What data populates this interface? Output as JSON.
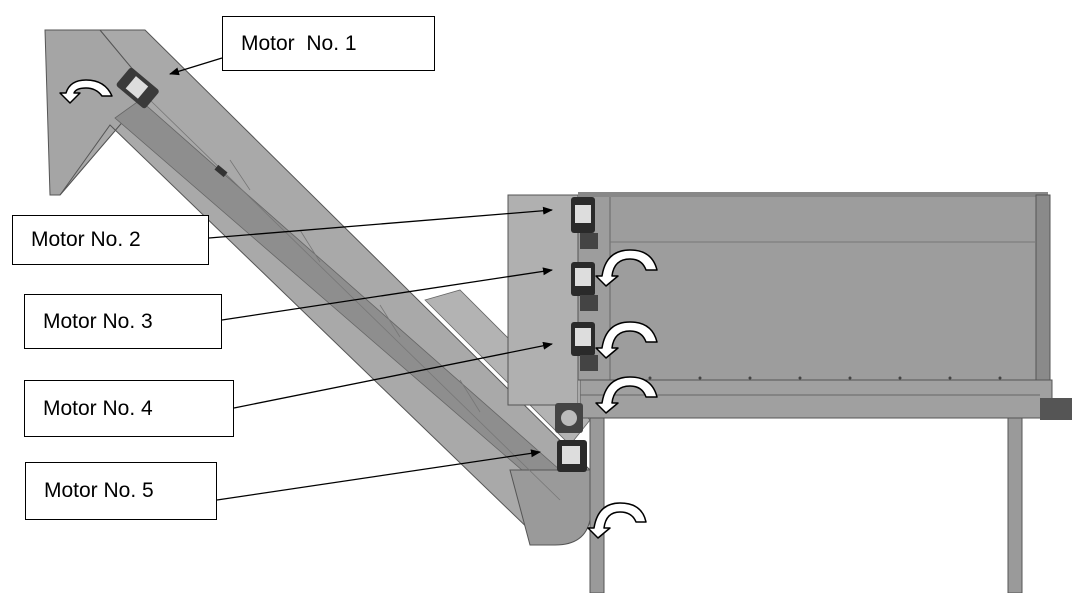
{
  "labels": {
    "motor_1": "Motor  No. 1",
    "motor_2": "Motor No. 2",
    "motor_3": "Motor No. 3",
    "motor_4": "Motor No. 4",
    "motor_5": "Motor No. 5"
  },
  "colors": {
    "frame_gray": "#a9a9a9",
    "panel_gray": "#9d9d9d",
    "dark_edge": "#4a4a4a",
    "motor_dark": "#2a2a2a",
    "arrow_fill": "#ffffff",
    "leader_line": "#000000"
  },
  "icons": [
    "rotation-arrow-icon",
    "leader-arrow-icon",
    "motor-icon"
  ]
}
